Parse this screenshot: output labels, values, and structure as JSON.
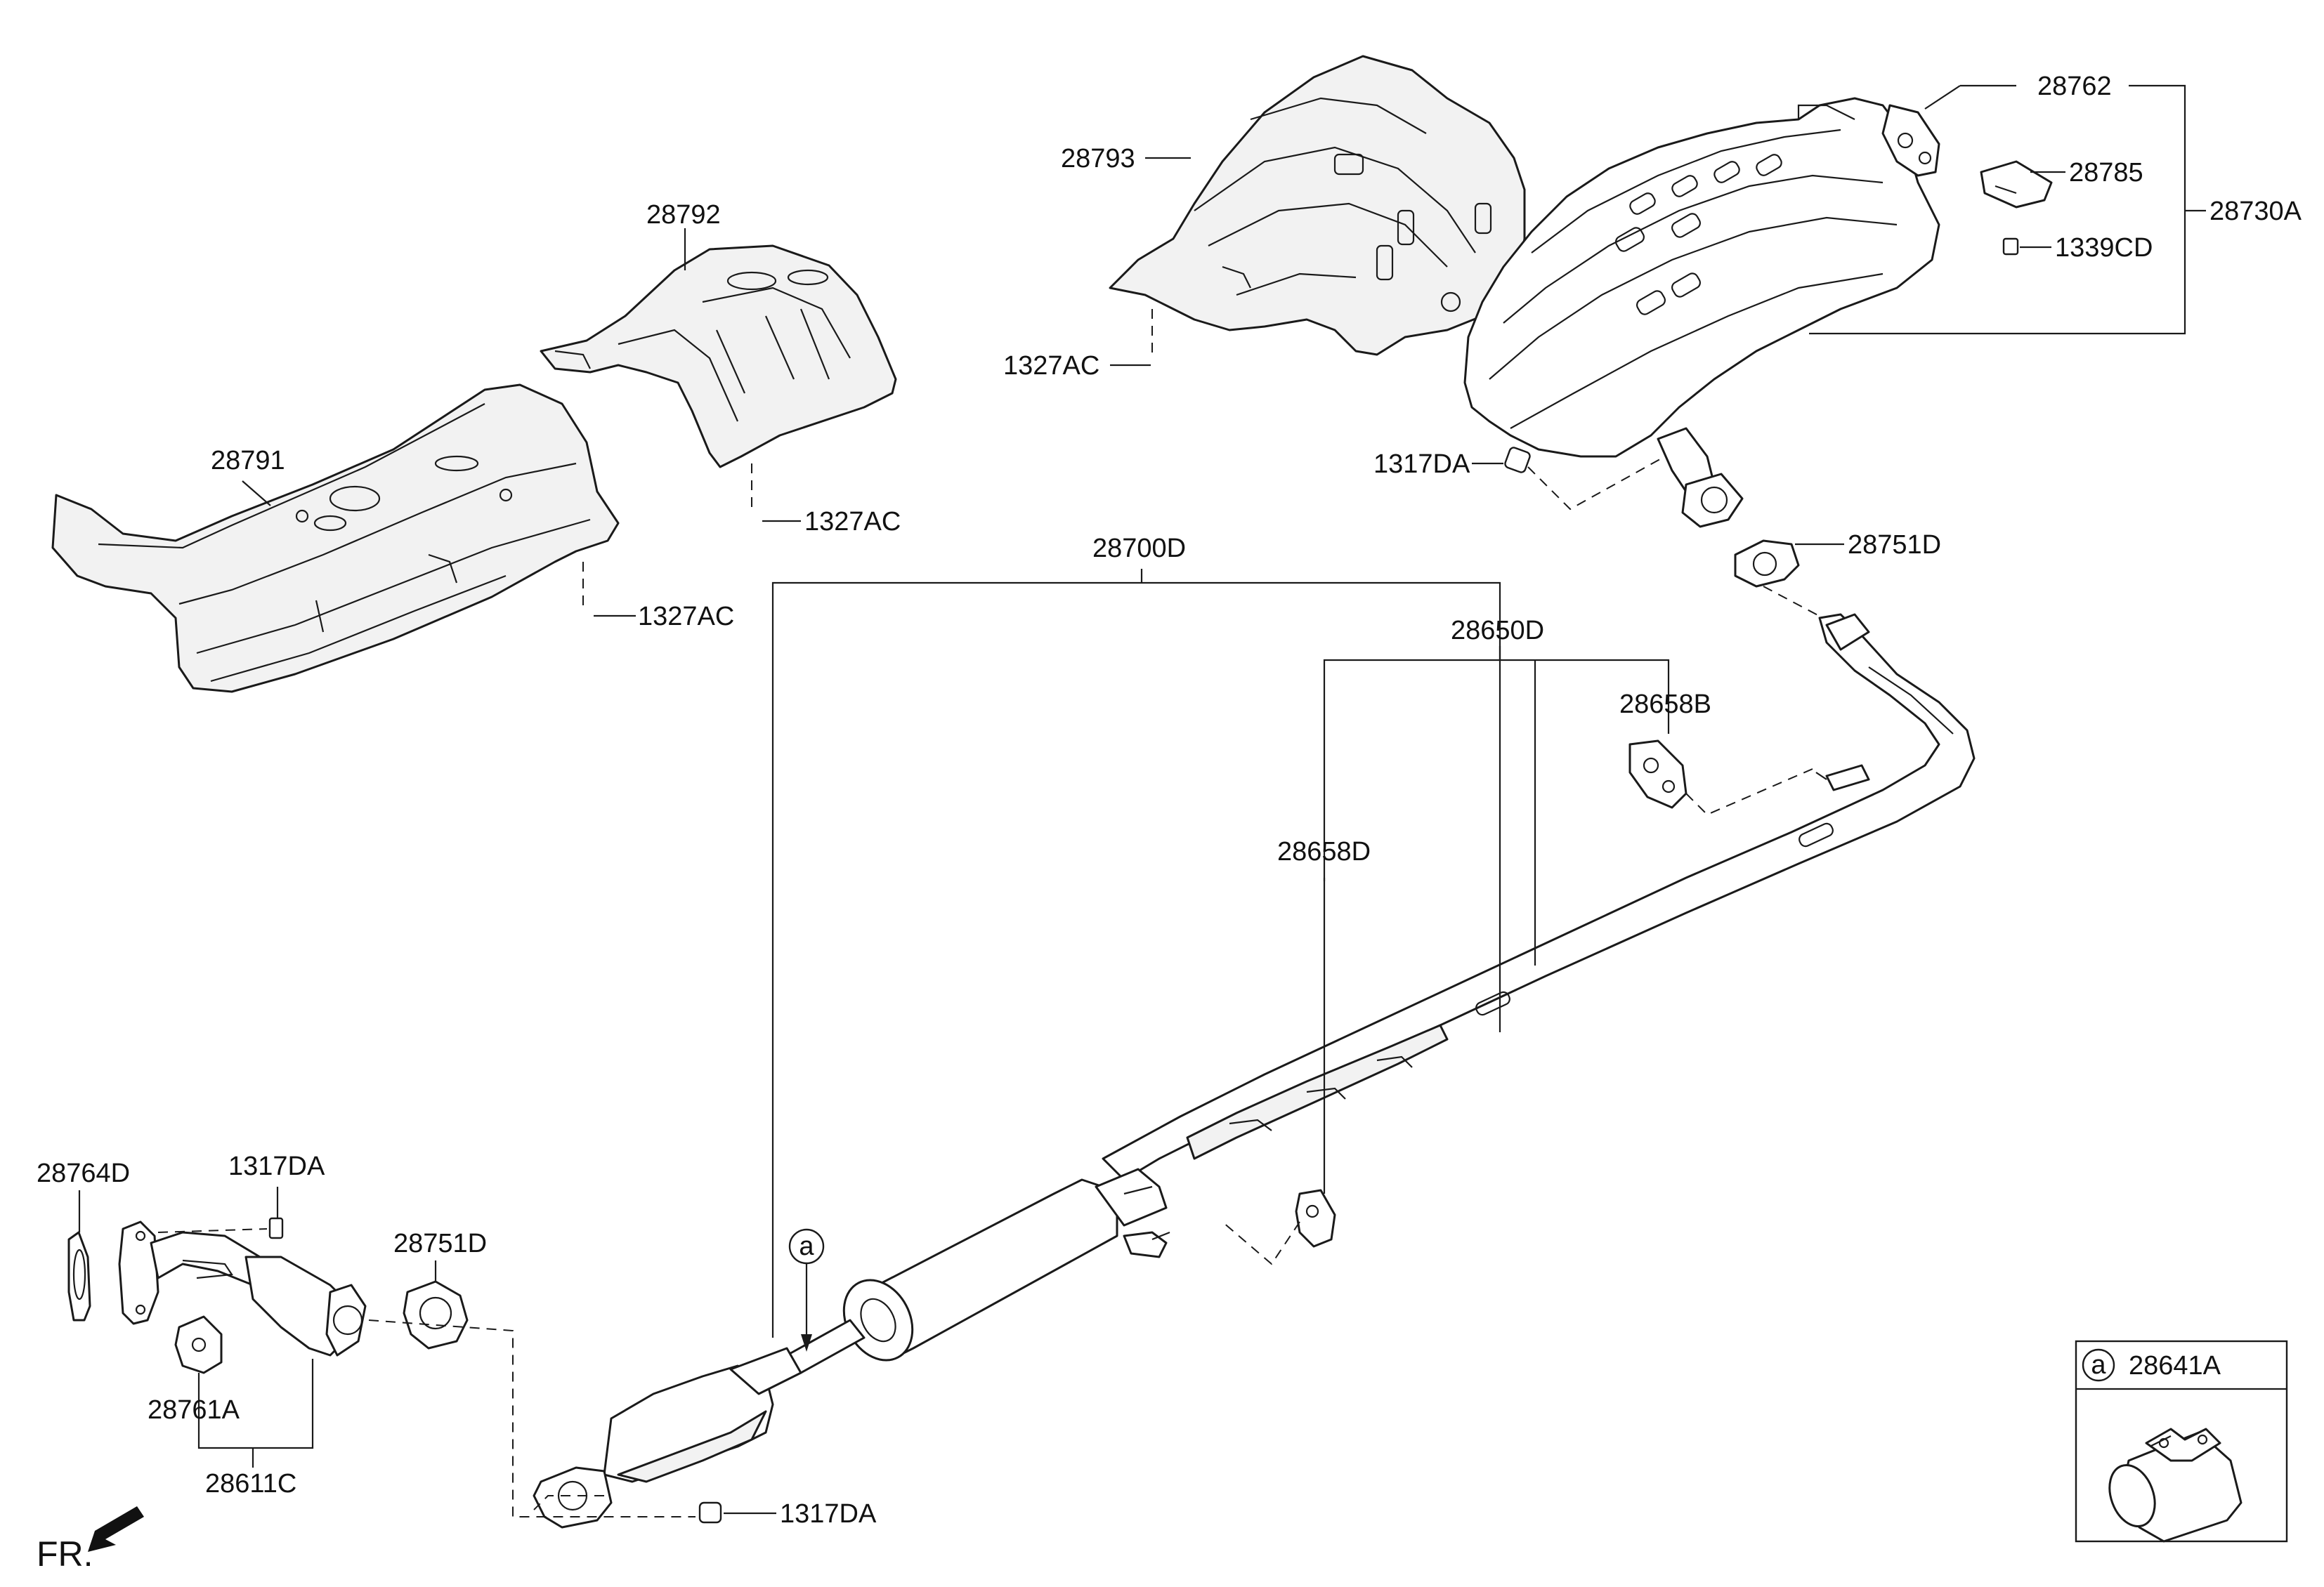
{
  "labels": {
    "p28793": "28793",
    "p28762": "28762",
    "p28785": "28785",
    "p28730A": "28730A",
    "p1339CD": "1339CD",
    "p28792": "28792",
    "p1327AC_a": "1327AC",
    "p1327AC_b": "1327AC",
    "p1327AC_c": "1327AC",
    "p28791": "28791",
    "p1317DA_a": "1317DA",
    "p28751D_a": "28751D",
    "p28700D": "28700D",
    "p28650D": "28650D",
    "p28658B": "28658B",
    "p28658D": "28658D",
    "p28764D": "28764D",
    "p1317DA_b": "1317DA",
    "p28751D_b": "28751D",
    "p28761A": "28761A",
    "p28611C": "28611C",
    "p1317DA_c": "1317DA",
    "ref_a": "a",
    "inset_a": "a",
    "p28641A": "28641A",
    "fr": "FR."
  },
  "icons": {
    "front_direction": "arrow-icon"
  }
}
